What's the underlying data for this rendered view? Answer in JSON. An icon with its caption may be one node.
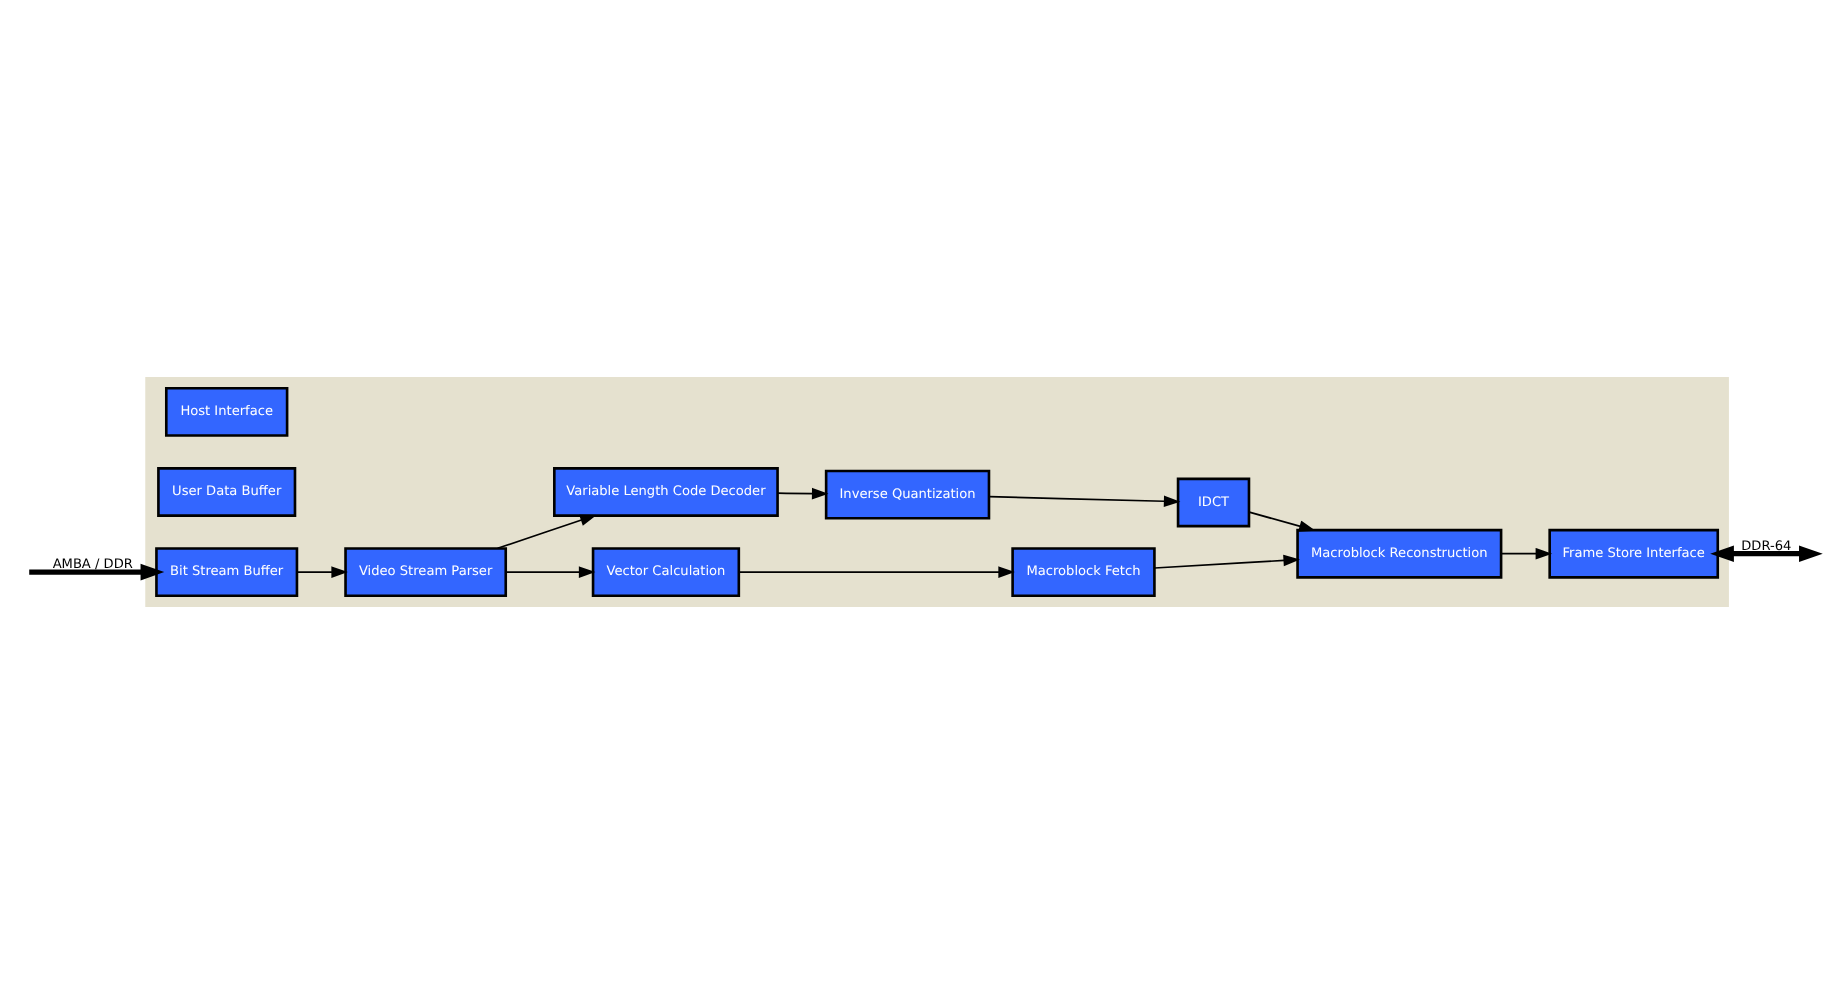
{
  "diagram": {
    "nodes": [
      {
        "text": [],
        "shape": "box"
      },
      {
        "text": [
          "Host Interface"
        ],
        "in": 0
      },
      {
        "text": [
          "User Data Buffer"
        ],
        "in": 0
      },
      {
        "text": [
          "Vector Calculation"
        ],
        "in": 0
      },
      {
        "text": [
          "Macroblock Fetch"
        ],
        "in": 0
      },
      {
        "text": [
          "Bit Stream Buffer"
        ],
        "in": 0
      },
      {
        "text": [
          "Video Stream Parser"
        ],
        "in": 0
      },
      {
        "text": [
          "Macroblock Reconstruction"
        ],
        "in": 0
      },
      {
        "text": [
          "Frame Store Interface"
        ],
        "in": 0
      },
      {
        "text": [
          "Variable Length Code Decoder"
        ],
        "in": 0
      },
      {
        "text": [
          "Inverse Quantization"
        ],
        "in": 0
      },
      {
        "text": [
          "IDCT"
        ],
        "in": 0
      }
    ],
    "edges": [
      {
        "from": null,
        "to": 5,
        "arrow": "to",
        "label": "AMBA / DDR",
        "style": "thick"
      },
      {
        "from": 5,
        "to": 6,
        "arrow": "to"
      },
      {
        "from": 6,
        "to": 3,
        "arrow": "to"
      },
      {
        "from": 3,
        "to": 4,
        "arrow": "to"
      },
      {
        "from": 4,
        "to": 7,
        "arrow": "to"
      },
      {
        "from": 6,
        "to": 9,
        "arrow": "to"
      },
      {
        "from": 9,
        "to": 10,
        "arrow": "to"
      },
      {
        "from": 10,
        "to": 11,
        "arrow": "to"
      },
      {
        "from": 11,
        "to": 7,
        "arrow": "to"
      },
      {
        "from": 7,
        "to": 8,
        "arrow": "to"
      },
      {
        "from": 8,
        "to": null,
        "arrow": "both",
        "label": "DDR-64",
        "style": "thick"
      }
    ]
  }
}
